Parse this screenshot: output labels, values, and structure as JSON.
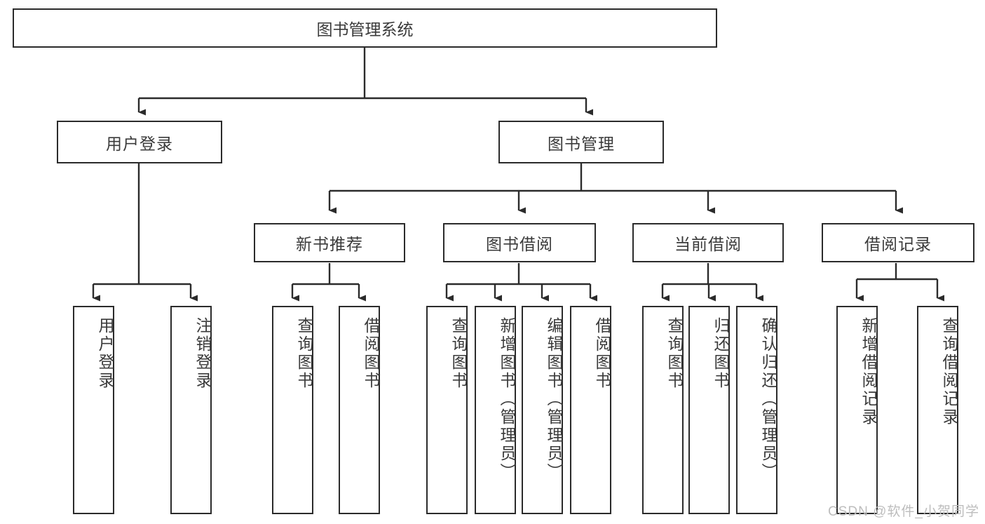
{
  "diagram": {
    "title": "图书管理系统",
    "type": "tree",
    "root": {
      "label": "图书管理系统"
    },
    "level2": [
      {
        "label": "用户登录"
      },
      {
        "label": "图书管理"
      }
    ],
    "level3": [
      {
        "label": "新书推荐"
      },
      {
        "label": "图书借阅"
      },
      {
        "label": "当前借阅"
      },
      {
        "label": "借阅记录"
      }
    ],
    "leaves": {
      "user_login": [
        {
          "label": "用户登录"
        },
        {
          "label": "注销登录"
        }
      ],
      "new_book_recommend": [
        {
          "label": "查询图书"
        },
        {
          "label": "借阅图书"
        }
      ],
      "book_borrow": [
        {
          "label": "查询图书"
        },
        {
          "label": "新增图书（管理员）"
        },
        {
          "label": "编辑图书（管理员）"
        },
        {
          "label": "借阅图书"
        }
      ],
      "current_borrow": [
        {
          "label": "查询图书"
        },
        {
          "label": "归还图书"
        },
        {
          "label": "确认归还（管理员）"
        }
      ],
      "borrow_record": [
        {
          "label": "新增借阅记录"
        },
        {
          "label": "查询借阅记录"
        }
      ]
    }
  },
  "watermark": {
    "text": "CSDN @软件_小贺同学"
  },
  "colors": {
    "box_border": "#2b2b2b",
    "box_fill": "#ffffff",
    "text": "#3a3a3a",
    "connector": "#2b2b2b",
    "watermark": "#bdbdbd",
    "background": "#ffffff"
  }
}
